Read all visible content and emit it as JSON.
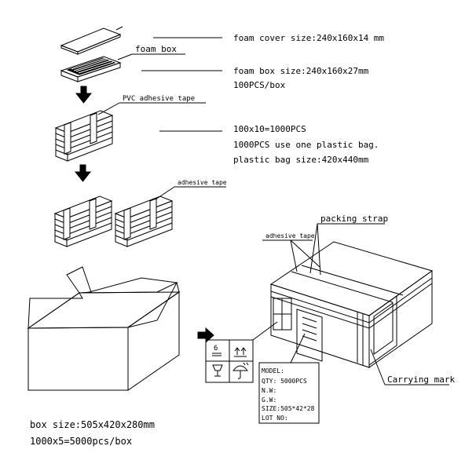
{
  "labels": {
    "foam_box": "foam box",
    "pvc_tape": "PVC adhesive tape",
    "adhesive_tape_1": "adhesive tape",
    "adhesive_tape_2": "adhesive tape",
    "packing_strap": "packing strap",
    "carrying_mark": "Carrying mark"
  },
  "specs": {
    "foam_cover": "foam cover size:240x160x14 mm",
    "foam_box_size": "foam box size:240x160x27mm",
    "pcs_per_box": "100PCS/box",
    "count": "100x10=1000PCS",
    "bag_use": "1000PCS use one plastic bag.",
    "bag_size": "plastic bag size:420x440mm"
  },
  "carton": {
    "box_size": "box size:505x420x280mm",
    "pcs_per_carton": "1000x5=5000pcs/box"
  },
  "marking": {
    "model": "MODEL:",
    "qty": "QTY: 5000PCS",
    "nw": "N.W:",
    "gw": "G.W:",
    "size": "SIZE:505*42*28",
    "lot": "LOT NO:"
  },
  "icons": [
    "stack-limit-icon",
    "this-way-up-icon",
    "fragile-glass-icon",
    "keep-dry-umbrella-icon"
  ]
}
